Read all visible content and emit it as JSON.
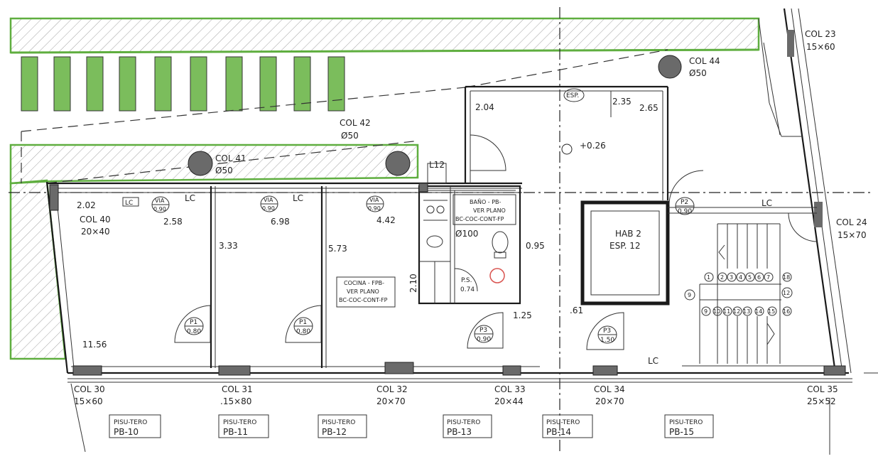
{
  "colors": {
    "green": "#5fae3f",
    "green_fill": "#7bbd5c",
    "ink": "#1a1a1a",
    "column_fill": "#6a6a6a",
    "red": "#d9534f"
  },
  "columns": {
    "col23": {
      "name": "COL 23",
      "size": "15×60"
    },
    "col24": {
      "name": "COL 24",
      "size": "15×70"
    },
    "col44": {
      "name": "COL 44",
      "size": "Ø50"
    },
    "col42": {
      "name": "COL 42",
      "size": "Ø50"
    },
    "col41": {
      "name": "COL 41",
      "size": "Ø50"
    },
    "col40": {
      "name": "COL 40",
      "size": "20×40"
    },
    "col30": {
      "name": "COL 30",
      "size": "15×60"
    },
    "col31": {
      "name": "COL 31",
      "size": ".15×80"
    },
    "col32": {
      "name": "COL 32",
      "size": "20×70"
    },
    "col33": {
      "name": "COL 33",
      "size": "20×44"
    },
    "col34": {
      "name": "COL 34",
      "size": "20×70"
    },
    "col35": {
      "name": "COL 35",
      "size": "25×52"
    }
  },
  "dimensions": {
    "d204": "2.04",
    "d235": "2.35",
    "d265": "2.65",
    "level": "+0.26",
    "d202": "2.02",
    "d258": "2.58",
    "d333": "3.33",
    "d698": "6.98",
    "d573": "5.73",
    "d442": "4.42",
    "d210": "2.10",
    "d095": "0.95",
    "d125": "1.25",
    "d061": ".61",
    "d1156": "11.56",
    "phi100": "Ø100"
  },
  "labels": {
    "esp": "ESP.",
    "l12": "L12",
    "lc": "LC",
    "bano": [
      "BAÑO - PB-",
      "VER PLANO",
      "BC-COC-CONT-FP"
    ],
    "cocina": [
      "COCINA - FPB-",
      "VER PLANO",
      "BC-COC-CONT-FP"
    ],
    "hab2": [
      "HAB 2",
      "ESP. 12"
    ],
    "ps": [
      "P.S.",
      "0.74"
    ]
  },
  "tags": {
    "via": [
      "VIA",
      "0.90"
    ],
    "p1": [
      "P1",
      "0.80"
    ],
    "p2": [
      "P2",
      "0.90"
    ],
    "p3a": [
      "P3",
      "0.90"
    ],
    "p3b": [
      "P3",
      "1.50"
    ]
  },
  "stairs": {
    "top": [
      "1",
      "2",
      "3",
      "4",
      "5",
      "6",
      "7",
      "18"
    ],
    "mid": [
      "9",
      "12"
    ],
    "bottom": [
      "9",
      "10",
      "11",
      "12",
      "13",
      "14",
      "15",
      "16"
    ]
  },
  "pisutero": [
    {
      "title": "PISU-TERO",
      "code": "PB-10"
    },
    {
      "title": "PISU-TERO",
      "code": "PB-11"
    },
    {
      "title": "PISU-TERO",
      "code": "PB-12"
    },
    {
      "title": "PISU-TERO",
      "code": "PB-13"
    },
    {
      "title": "PISU-TERO",
      "code": "PB-14"
    },
    {
      "title": "PISU-TERO",
      "code": "PB-15"
    }
  ]
}
